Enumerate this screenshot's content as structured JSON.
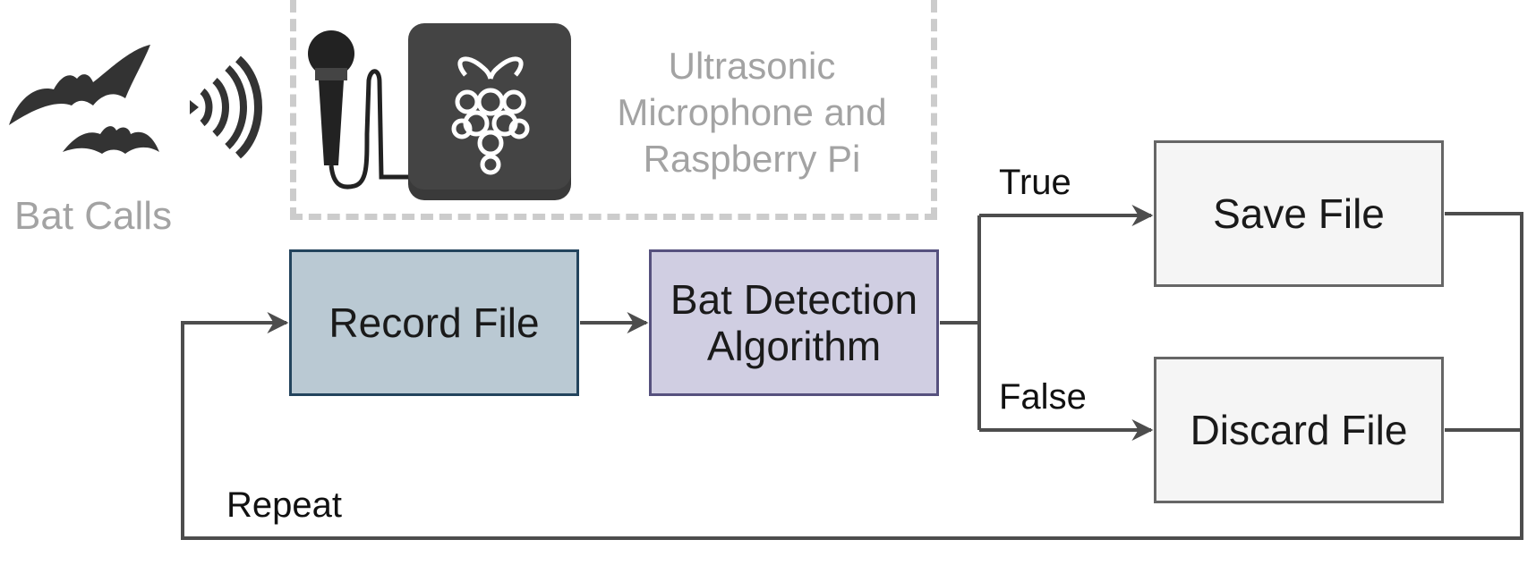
{
  "diagram": {
    "source_label": "Bat Calls",
    "device_group_label": "Ultrasonic\nMicrophone and\nRaspberry Pi",
    "nodes": {
      "record": "Record File",
      "detect": "Bat Detection\nAlgorithm",
      "save": "Save File",
      "discard": "Discard File"
    },
    "edge_labels": {
      "true": "True",
      "false": "False",
      "repeat": "Repeat"
    },
    "colors": {
      "record_fill": "#bac9d3",
      "record_stroke": "#23445d",
      "detect_fill": "#d0cee2",
      "detect_stroke": "#56517e",
      "terminal_fill": "#f5f5f5",
      "terminal_stroke": "#666666",
      "connector": "#4d4d4d",
      "muted_text": "#a3a3a3",
      "dashed_border": "#cccccc"
    },
    "icons": [
      "bat-icon",
      "sound-waves-icon",
      "microphone-icon",
      "raspberry-pi-icon"
    ]
  }
}
